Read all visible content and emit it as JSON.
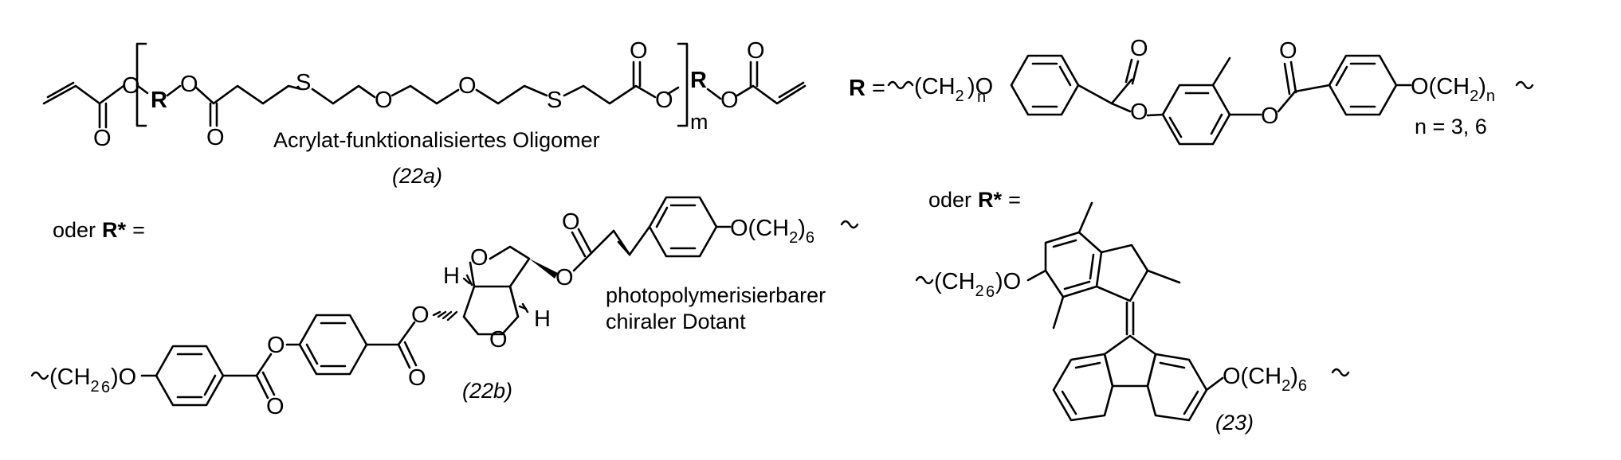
{
  "oligomer": {
    "caption": "Acrylat-funktionalisiertes Oligomer",
    "label": "(22a)",
    "r_symbol": "R",
    "repeat_index": "m",
    "atom_o": "O",
    "atom_s": "S"
  },
  "r_definition": {
    "r_symbol": "R",
    "equals": "=",
    "chain_left": "(CH",
    "chain_h2": "2",
    "chain_n": "n",
    "chain_o": ")O",
    "chain_right_o": "O(CH",
    "chain_right_close": ")",
    "n_values": "n = 3, 6"
  },
  "dopant_22b": {
    "prefix": "oder",
    "r_symbol": "R*",
    "equals": "=",
    "label": "(22b)",
    "description_line1": "photopolymerisierbarer",
    "description_line2": "chiraler Dotant",
    "chain_left": "(CH",
    "chain_sub": "2",
    "chain_six": "6",
    "chain_close": ")O",
    "chain_right": "O(CH",
    "chain_right_close": ")",
    "atom_h": "H",
    "atom_o": "O"
  },
  "dopant_23": {
    "prefix": "oder",
    "r_symbol": "R*",
    "equals": "=",
    "label": "(23)",
    "chain_left": "(CH",
    "chain_sub": "2",
    "chain_six": "6",
    "chain_close": ")O",
    "chain_right": "O(CH",
    "chain_right_close": ")"
  }
}
